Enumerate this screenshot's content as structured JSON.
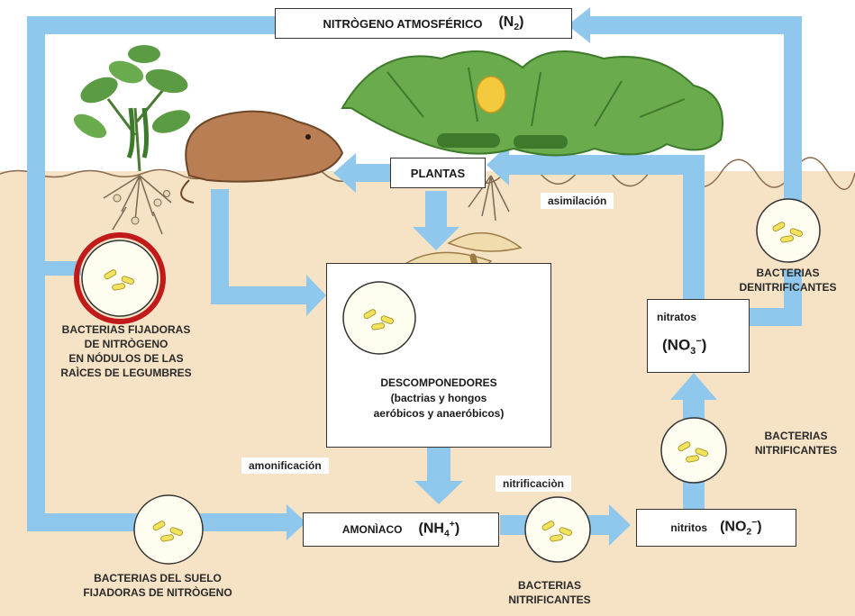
{
  "colors": {
    "flow_arrow": "#8fc8ec",
    "soil": "#f6e3c6",
    "sky": "#ffffff",
    "leaf": "#5b9b43",
    "mushroom": "#f1dcae",
    "mole": "#b97e54",
    "bacteria": "#f3e25d",
    "highlight_circle": "#c11a1a"
  },
  "nodes": {
    "atmospheric_nitrogen": {
      "label": "NITRÒGENO ATMOSFÉRICO",
      "formula": "N",
      "sub": "2"
    },
    "plants": {
      "label": "PLANTAS"
    },
    "decomposers": {
      "title": "DESCOMPONEDORES",
      "line2": "(bactrias y hongos",
      "line3": "aeróbicos y anaeróbicos)"
    },
    "ammonia": {
      "label": "AMONÌACO",
      "formula": "NH",
      "sub": "4",
      "sup": "+"
    },
    "nitrites": {
      "label": "nitritos",
      "formula": "NO",
      "sub": "2",
      "sup": "−"
    },
    "nitrates": {
      "label": "nitratos",
      "formula": "NO",
      "sub": "3",
      "sup": "−"
    }
  },
  "process_labels": {
    "assimilation": "asimilación",
    "ammonification": "amonificación",
    "nitrification": "nitrificaciòn"
  },
  "bacteria_labels": {
    "legume_fixers": "BACTERIAS FIJADORAS\nDE NITRÒGENO\nEN NÓDULOS DE LAS\nRAÌCES DE LEGUMBRES",
    "soil_fixers": "BACTERIAS DEL SUELO\nFIJADORAS DE NITRÒGENO",
    "nitrifying_bottom": "BACTERIAS\nNITRIFICANTES",
    "nitrifying_right": "BACTERIAS\nNITRIFICANTES",
    "denitrifying": "BACTERIAS\nDENITRIFICANTES"
  }
}
